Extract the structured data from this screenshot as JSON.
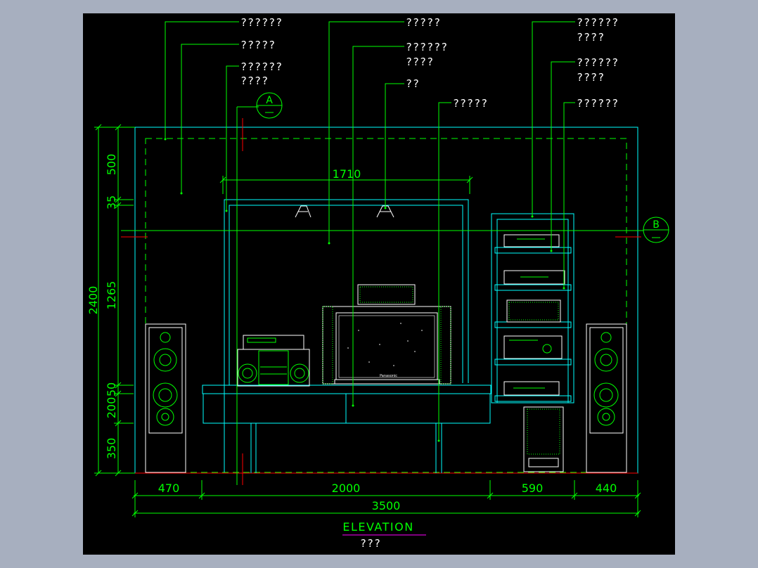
{
  "drawing": {
    "title": "ELEVATION",
    "subtitle": "???",
    "markers": {
      "section_a": "A",
      "section_b": "B"
    },
    "dimensions": {
      "total_height": "2400",
      "h_500": "500",
      "h_35": "35",
      "h_1265": "1265",
      "h_50": "50",
      "h_200": "200",
      "h_350": "350",
      "w_1710": "1710",
      "w_470": "470",
      "w_2000": "2000",
      "w_590": "590",
      "w_440": "440",
      "w_3500": "3500"
    },
    "callouts": {
      "l1": "??????",
      "l2": "?????",
      "l3a": "??????",
      "l3b": "????",
      "m1": "?????",
      "m2a": "??????",
      "m2b": "????",
      "m3": "??",
      "m4": "?????",
      "r1a": "??????",
      "r1b": "????",
      "r2a": "??????",
      "r2b": "????",
      "r3": "??????"
    },
    "tv_brand": "Panasonic"
  },
  "colors": {
    "background": "#000000",
    "frame": "#a7afbf",
    "green": "#00ff00",
    "cyan": "#00ffff",
    "red": "#ff0000",
    "white": "#ffffff",
    "magenta": "#ff00ff"
  }
}
